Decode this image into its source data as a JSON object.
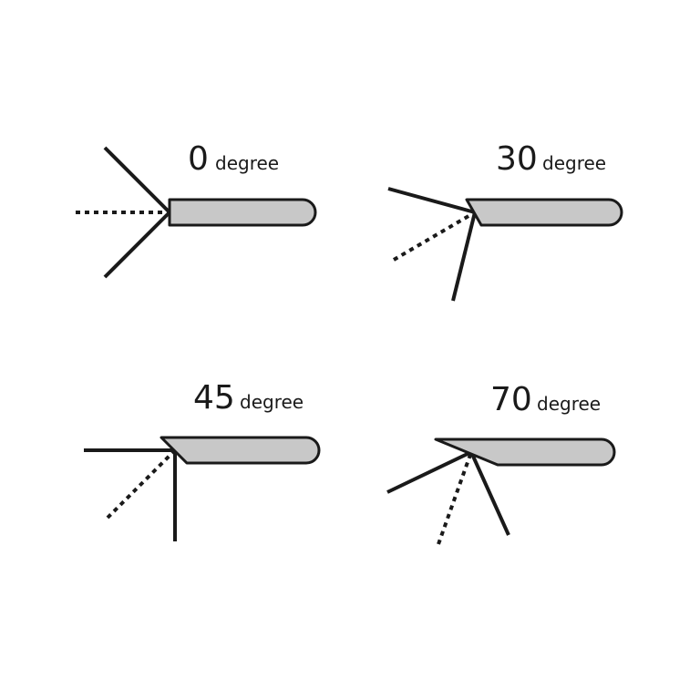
{
  "panels": [
    {
      "angle_value": "0",
      "unit_label": "degree",
      "angle_deg": 0
    },
    {
      "angle_value": "30",
      "unit_label": "degree",
      "angle_deg": 30
    },
    {
      "angle_value": "45",
      "unit_label": "degree",
      "angle_deg": 45
    },
    {
      "angle_value": "70",
      "unit_label": "degree",
      "angle_deg": 70
    }
  ],
  "colors": {
    "ink": "#1a1a1a",
    "rod_fill": "#c8c8c8",
    "background": "#ffffff"
  }
}
